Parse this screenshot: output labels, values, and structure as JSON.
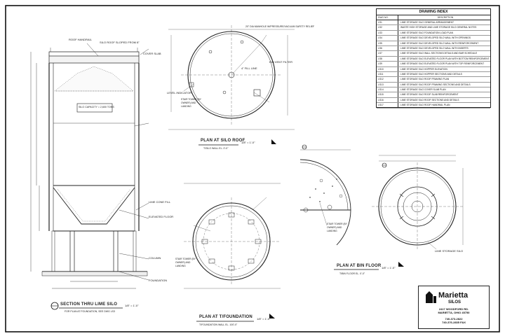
{
  "drawing_index": {
    "title": "DRAWING INDEX",
    "col_sheet": "DWG NO.",
    "col_desc": "DESCRIPTION",
    "rows": [
      {
        "no": "LS1",
        "desc": "LIME STORAGE SILO GENERAL ARRANGEMENT"
      },
      {
        "no": "LS2",
        "desc": "WASTE HIGH STORAGE AND LIME STORAGE SILO GENERAL NOTES"
      },
      {
        "no": "LS3",
        "desc": "LIME STORAGE SILO FOUNDATION LOAD PLAN"
      },
      {
        "no": "LS4",
        "desc": "LIME STORAGE SILO DEVELOPED SILO WALL WITH OPENINGS"
      },
      {
        "no": "LS5",
        "desc": "LIME STORAGE SILO DEVELOPED SILO WALL WITH REINFORCEMENT"
      },
      {
        "no": "LS6",
        "desc": "LIME STORAGE SILO DEVELOPED SILO WALL WITH INSERTS"
      },
      {
        "no": "LS7",
        "desc": "LIME STORAGE SILO WALL SECTIONS DETAILS AND BAR SCHEDULE"
      },
      {
        "no": "LS8",
        "desc": "LIME STORAGE SILO ELEVATED FLOOR PLAN WITH BOTTOM REINFORCEMENT"
      },
      {
        "no": "LS9",
        "desc": "LIME STORAGE SILO ELEVATED FLOOR PLAN WITH TOP REINFORCEMENT"
      },
      {
        "no": "LS10",
        "desc": "LIME STORAGE SILO HOPPER ELEVATION"
      },
      {
        "no": "LS11",
        "desc": "LIME STORAGE SILO HOPPER SECTIONS AND DETAILS"
      },
      {
        "no": "LS12",
        "desc": "LIME STORAGE SILO ROOF FRAMING PLAN"
      },
      {
        "no": "LS13",
        "desc": "LIME STORAGE SILO ROOF FRAMING SECTIONS AND DETAILS"
      },
      {
        "no": "LS14",
        "desc": "LIME STORAGE SILO COVER SLAB PLAN"
      },
      {
        "no": "LS15",
        "desc": "LIME STORAGE SILO ROOF SLAB REINFORCEMENT"
      },
      {
        "no": "LS16",
        "desc": "LIME STORAGE SILO ROOF SECTIONS AND DETAILS"
      },
      {
        "no": "LS17",
        "desc": "LIME STORAGE SILO ROOF HANDRAIL PLAN"
      }
    ]
  },
  "views": {
    "section": {
      "title": "SECTION THRU LIME SILO",
      "scale": "1/8\" = 1'-0\"",
      "note": "FOR PLAN AT FOUNDATION, SEE DWG LS3"
    },
    "roof": {
      "title": "PLAN AT SILO ROOF",
      "scale": "1/8\" = 1'-0\"",
      "note": "T/SILO WALL EL. 0'-0\""
    },
    "foundation": {
      "title": "PLAN AT T/FOUNDATION",
      "scale": "1/8\" = 1'-0\"",
      "note": "T/FOUNDATION WALL EL. 100'-0\""
    },
    "bin_floor": {
      "title": "PLAN AT BIN FLOOR",
      "scale": "1/8\" = 1'-0\"",
      "note": "T/BIN FLOOR EL. 0'-0\""
    }
  },
  "callouts": {
    "roof_handrail": "ROOF HANDRAIL",
    "silo_roof_slope": "SILO ROOF SLOPED FROM 8\"",
    "silo_capacity": "SILO CAPACITY = 2,600 TONS",
    "cover_slab": "COVER SLAB",
    "lime_cone_fill": "LIME CONE FILL",
    "elevated_floor": "ELEVATED FLOOR",
    "column": "COLUMN",
    "foundation": "FOUNDATION",
    "ladder_access": "20\" DIA MANHOLE W/PRESSURE/VACUUM SAFETY RELIEF",
    "fill_line": "4\" FILL LINE",
    "dust_filter": "BIN VENT FILTER",
    "level_indicator": "LEVEL INDICATOR",
    "stair_tower": "STAIR TOWER (BY OWNER) AND LANDING",
    "lime_storage_silo": "LIME STORAGE SILO"
  },
  "title_block": {
    "company": "Marietta",
    "company_sub": "SILOS",
    "address1": "2417 WOODFORD RD.",
    "address2": "MARIETTA, OHIO 45750",
    "phone": "740-373-2822",
    "fax": "740-376-2835 FAX"
  }
}
